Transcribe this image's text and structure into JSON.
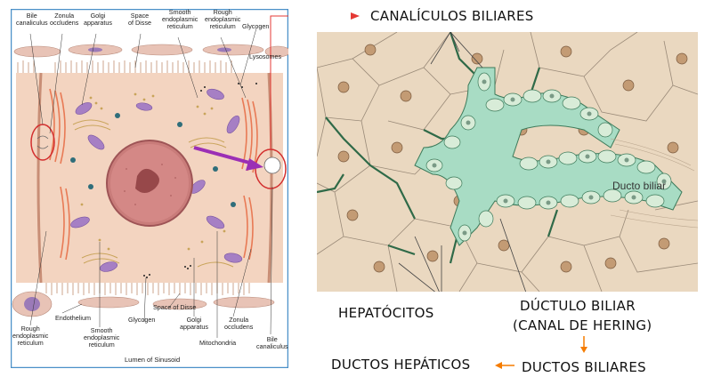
{
  "left_panel": {
    "top_labels": [
      {
        "line1": "Bile",
        "line2": "canaliculus"
      },
      {
        "line1": "Zonula",
        "line2": "occludens"
      },
      {
        "line1": "Golgi",
        "line2": "apparatus"
      },
      {
        "line1": "Space",
        "line2": "of Disse"
      },
      {
        "line1": "Smooth",
        "line2": "endoplasmic",
        "line3": "reticulum"
      },
      {
        "line1": "Rough",
        "line2": "endoplasmic",
        "line3": "reticulum"
      },
      {
        "line1": "Glycogen"
      }
    ],
    "lysosomes": "Lysosomes",
    "bottom_labels": [
      {
        "line1": "Endothelium"
      },
      {
        "line1": "Rough",
        "line2": "endoplasmic",
        "line3": "reticulum"
      },
      {
        "line1": "Smooth",
        "line2": "endoplasmic",
        "line3": "reticulum"
      },
      {
        "line1": "Glycogen"
      },
      {
        "line1": "Space of Disse"
      },
      {
        "line1": "Golgi",
        "line2": "apparatus"
      },
      {
        "line1": "Zonula",
        "line2": "occludens"
      },
      {
        "line1": "Mitochondria"
      },
      {
        "line1": "Bile",
        "line2": "canaliculus"
      }
    ],
    "caption": "Lumen of Sinusoid"
  },
  "right_panel": {
    "ducto_label": "Ducto biliar"
  },
  "annotations": {
    "canaliculos": "CANALÍCULOS BILIARES",
    "hepatocitos": "HEPATÓCITOS",
    "ductulo_line1": "DÚCTULO BILIAR",
    "ductulo_line2": "(CANAL DE HERING)",
    "ductos_biliares": "DUCTOS BILIARES",
    "ductos_hepaticos": "DUCTOS HEPÁTICOS"
  },
  "colors": {
    "frame_blue": "#4a90c8",
    "arrow_red": "#e53935",
    "arrow_orange": "#f57c00",
    "purple_arrow": "#9b2fb5"
  }
}
